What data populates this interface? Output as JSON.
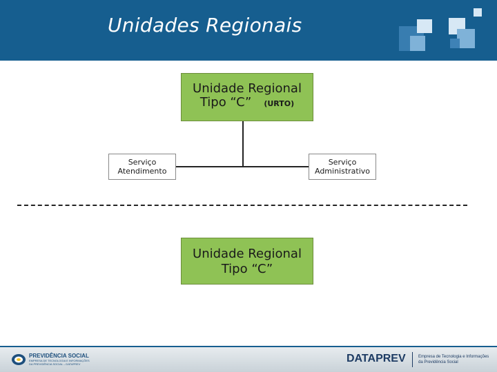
{
  "header": {
    "title": "Unidades Regionais"
  },
  "diagram": {
    "top_unit": {
      "line1": "Unidade Regional",
      "line2": "Tipo “C”",
      "tag": "(URTO)"
    },
    "left_service": {
      "line1": "Serviço",
      "line2": "Atendimento"
    },
    "right_service": {
      "line1": "Serviço",
      "line2": "Administrativo"
    },
    "bottom_unit": {
      "line1": "Unidade Regional",
      "line2": "Tipo “C”"
    }
  },
  "footer": {
    "left_brand": "PREVIDÊNCIA SOCIAL",
    "left_sub1": "EMPRESA DE TECNOLOGIA E INFORMAÇÕES",
    "left_sub2": "DA PREVIDÊNCIA SOCIAL – DATAPREV",
    "right_brand": "DATAPREV",
    "right_sub1": "Empresa de Tecnologia e Informações",
    "right_sub2": "da Previdência Social"
  },
  "colors": {
    "header": "#165e8f",
    "box_fill": "#8fc255"
  }
}
